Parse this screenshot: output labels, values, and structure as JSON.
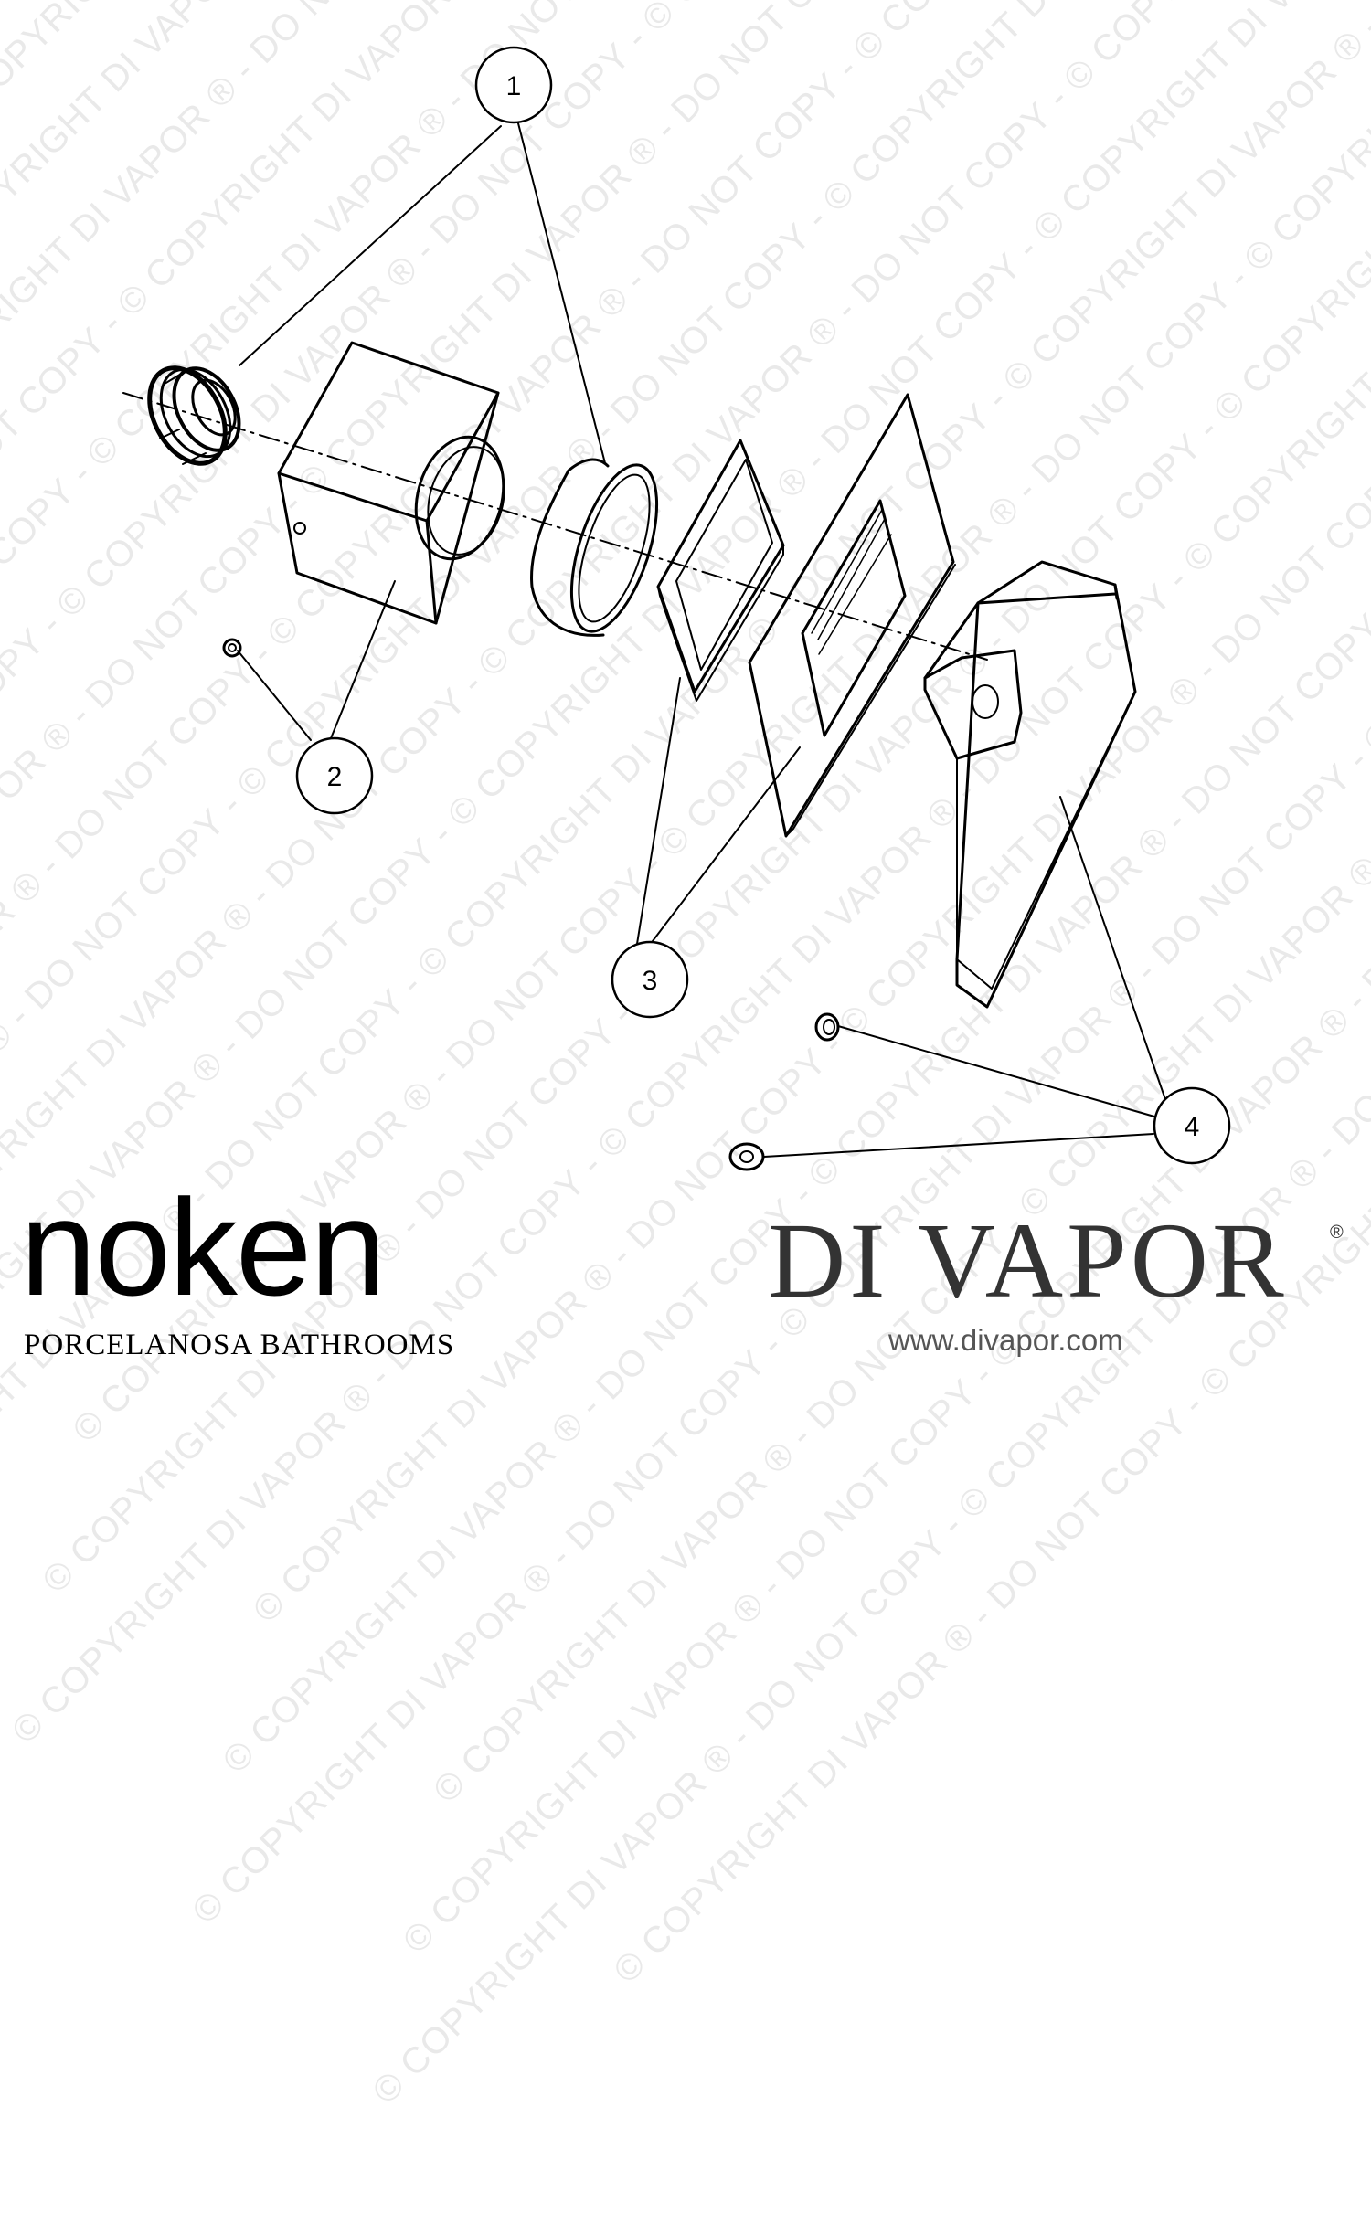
{
  "watermark": {
    "text": "© COPYRIGHT DI VAPOR ® - DO NOT COPY -"
  },
  "diagram": {
    "callouts": [
      {
        "number": "1"
      },
      {
        "number": "2"
      },
      {
        "number": "3"
      },
      {
        "number": "4"
      }
    ]
  },
  "brand": {
    "name": "noken",
    "tagline": "PORCELANOSA BATHROOMS"
  },
  "divapor": {
    "name": "DI VAPOR",
    "registered": "®",
    "url": "www.divapor.com"
  },
  "colors": {
    "line": "#000000",
    "watermark": "#e9e9e9",
    "divapor_text": "#333333"
  }
}
